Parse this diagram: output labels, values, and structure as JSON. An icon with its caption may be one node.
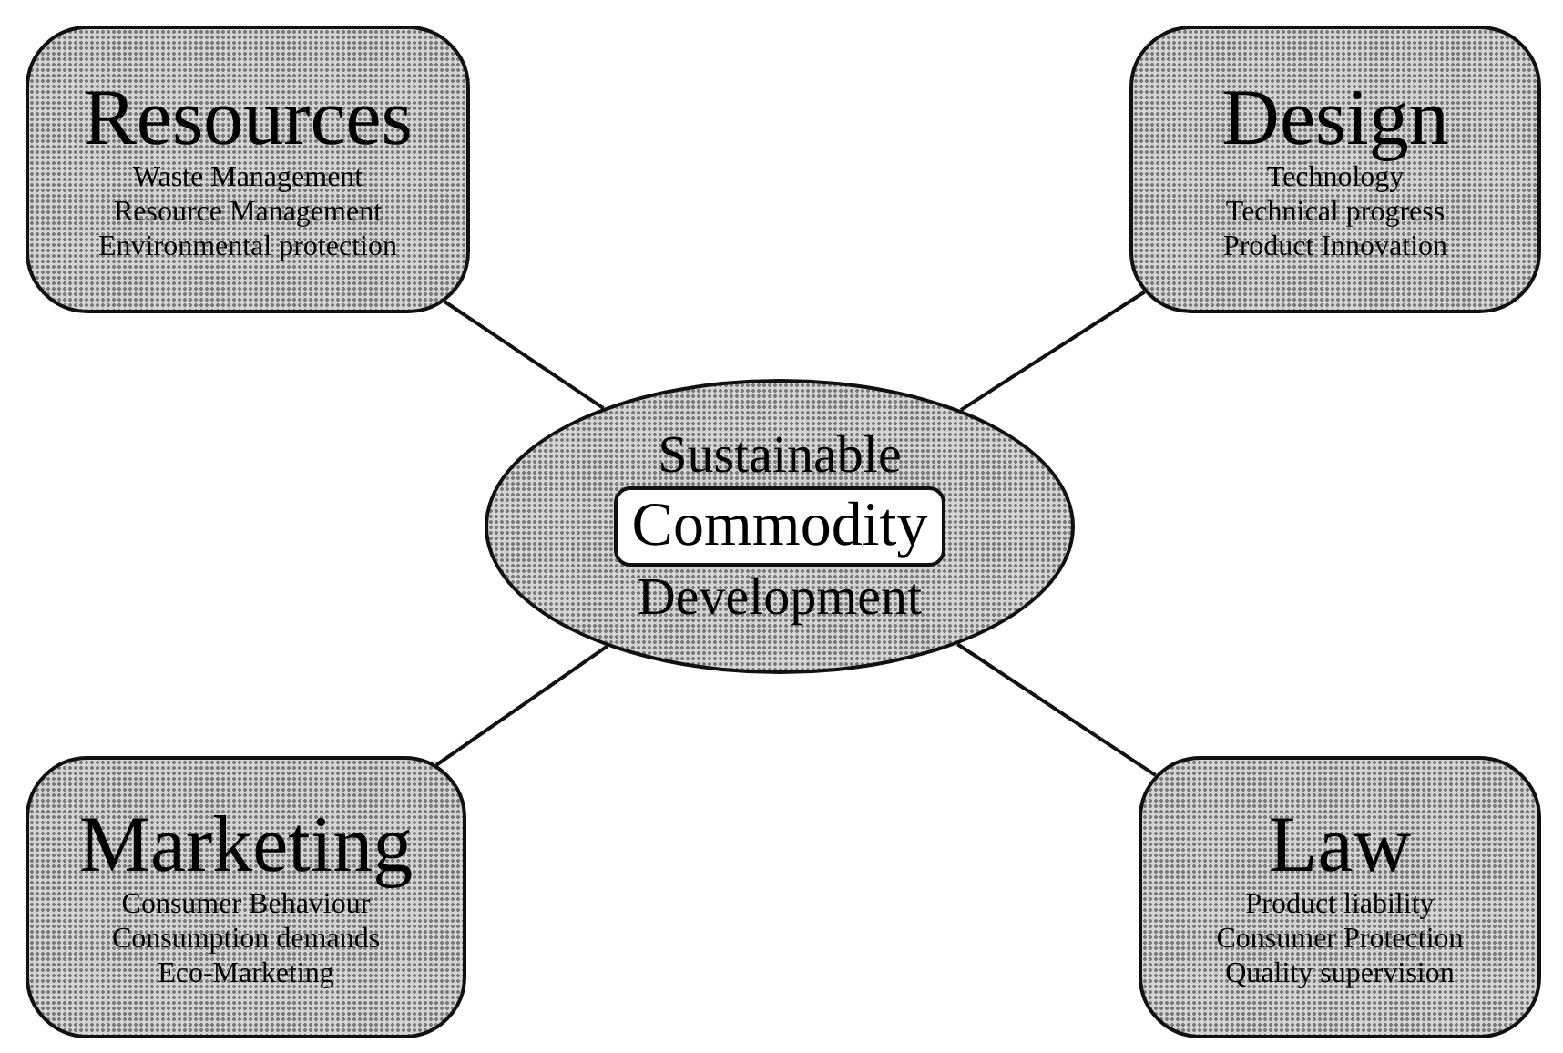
{
  "diagram": {
    "nodes": [
      {
        "text": [
          "Resources",
          "Waste Management",
          "Resource Management",
          "Environmental protection"
        ]
      },
      {
        "text": [
          "Design",
          "Technology",
          "Technical progress",
          "Product Innovation"
        ]
      },
      {
        "text": [
          "Sustainable",
          "Development"
        ]
      },
      {
        "text": [
          "Commodity"
        ],
        "in": 2
      },
      {
        "text": [
          "Marketing",
          "Consumer Behaviour",
          "Consumption demands",
          "Eco-Marketing"
        ]
      },
      {
        "text": [
          "Law",
          "Product liability",
          "Consumer Protection",
          "Quality supervision"
        ]
      }
    ],
    "edges": [
      {
        "from": 0,
        "to": 2,
        "arrow": "none"
      },
      {
        "from": 1,
        "to": 2,
        "arrow": "none"
      },
      {
        "from": 4,
        "to": 2,
        "arrow": "none"
      },
      {
        "from": 5,
        "to": 2,
        "arrow": "none"
      }
    ]
  }
}
